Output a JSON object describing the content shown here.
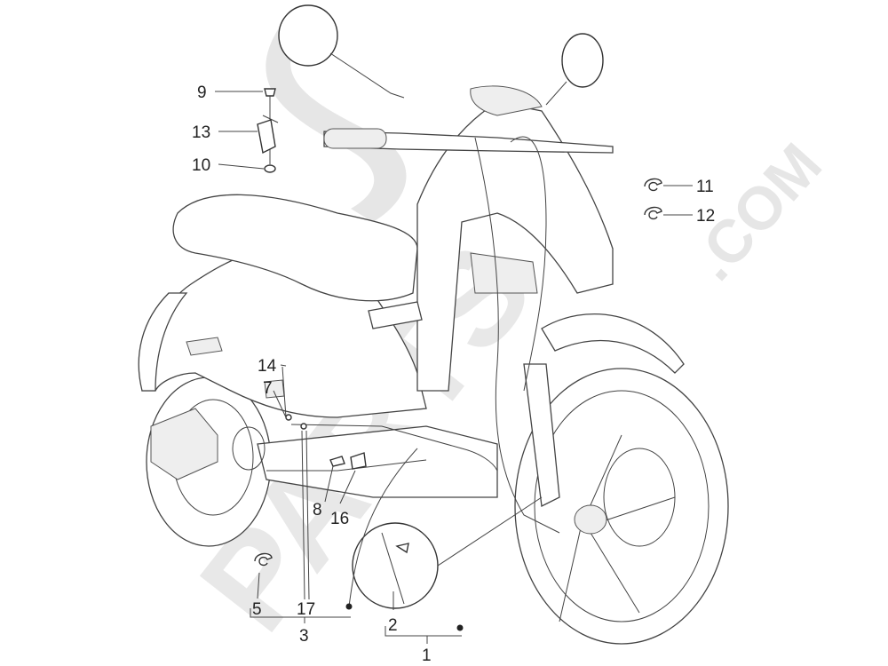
{
  "watermark": {
    "text": "PARTS",
    "suffix": ".COM"
  },
  "callouts": {
    "c1": "1",
    "c2": "2",
    "c3": "3",
    "c5": "5",
    "c7": "7",
    "c8": "8",
    "c9": "9",
    "c10": "10",
    "c11": "11",
    "c12": "12",
    "c13": "13",
    "c14": "14",
    "c16": "16",
    "c17": "17"
  },
  "colors": {
    "line": "#333333",
    "watermark": "#e6e6e6"
  }
}
